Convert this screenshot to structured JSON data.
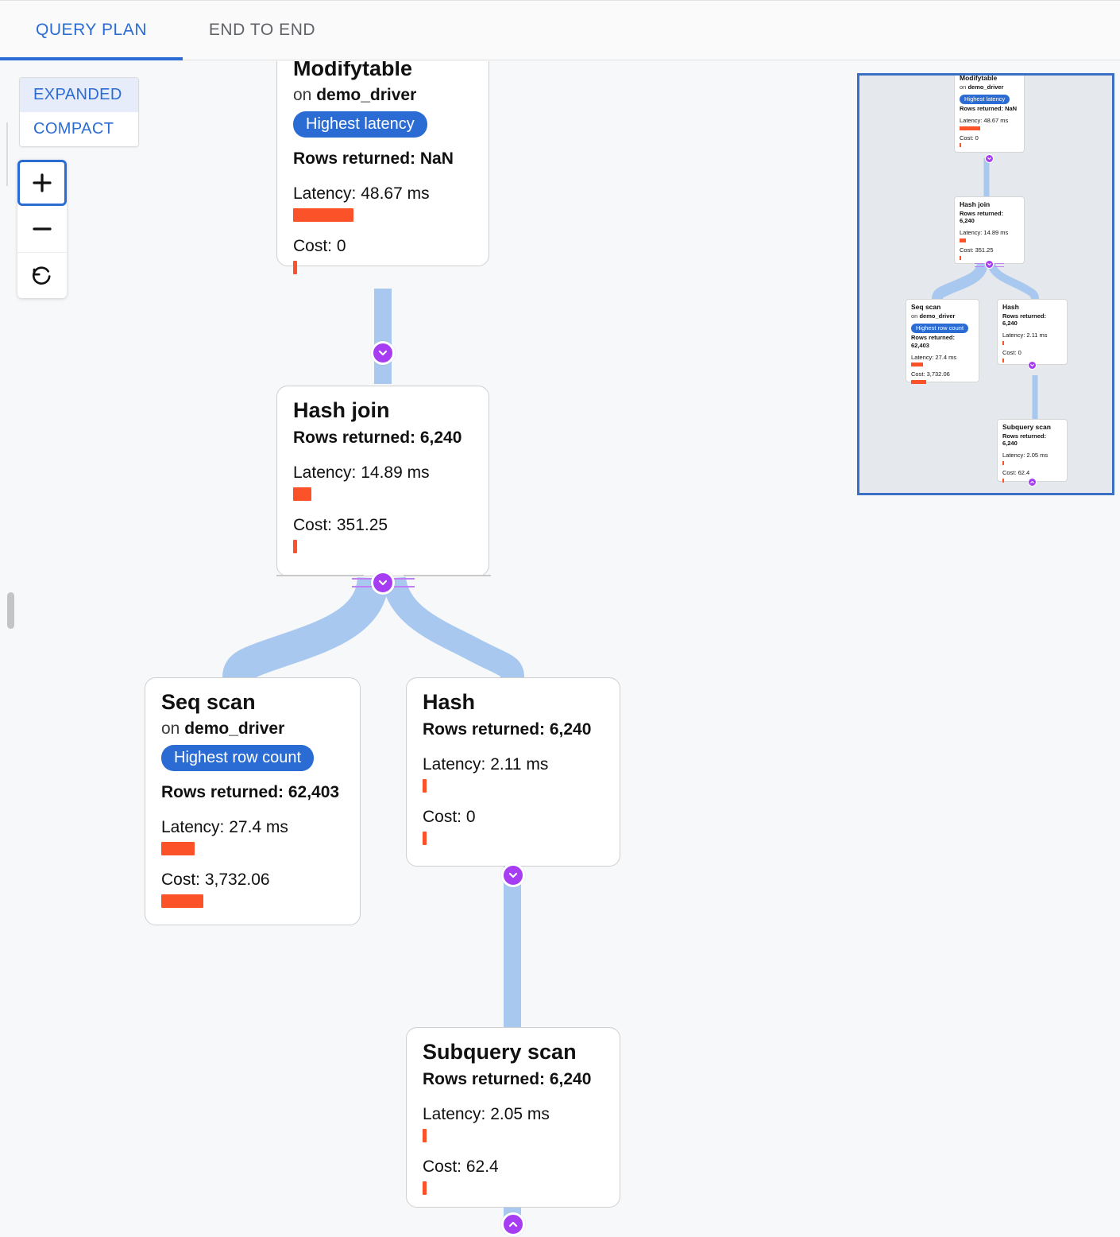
{
  "tabs": [
    {
      "label": "QUERY PLAN",
      "active": true
    },
    {
      "label": "END TO END",
      "active": false
    }
  ],
  "mode_switch": {
    "expanded_label": "EXPANDED",
    "compact_label": "COMPACT",
    "selected": "EXPANDED"
  },
  "zoom_controls": {
    "zoom_in_label": "+",
    "zoom_out_label": "−",
    "reset_label": "reset-view"
  },
  "colors": {
    "accent_blue": "#2b6cd4",
    "badge_blue": "#2b6cd4",
    "bar_orange": "#fb5229",
    "edge_blue": "#a8c8ef",
    "handle_purple": "#a63df2",
    "minimap_border": "#3b6fc4",
    "minimap_bg": "#e5e8ec",
    "canvas_bg": "#f7f8fa"
  },
  "labels": {
    "on_prefix": "on ",
    "rows_prefix": "Rows returned: ",
    "latency_prefix": "Latency: ",
    "cost_prefix": "Cost: "
  },
  "nodes": [
    {
      "id": "modifytable",
      "title": "Modifytable",
      "relation": "demo_driver",
      "badge": "Highest latency",
      "rows": "Rows returned: NaN",
      "latency": "Latency: 48.67 ms",
      "latency_bar_pct": 100,
      "cost": "Cost: 0",
      "cost_bar_pct": 2
    },
    {
      "id": "hashjoin",
      "title": "Hash join",
      "relation": null,
      "badge": null,
      "rows": "Rows returned: 6,240",
      "latency": "Latency: 14.89 ms",
      "latency_bar_pct": 31,
      "cost": "Cost: 351.25",
      "cost_bar_pct": 2
    },
    {
      "id": "seqscan",
      "title": "Seq scan",
      "relation": "demo_driver",
      "badge": "Highest row count",
      "rows": "Rows returned: 62,403",
      "latency": "Latency: 27.4 ms",
      "latency_bar_pct": 57,
      "cost": "Cost: 3,732.06",
      "cost_bar_pct": 100
    },
    {
      "id": "hash",
      "title": "Hash",
      "relation": null,
      "badge": null,
      "rows": "Rows returned: 6,240",
      "latency": "Latency: 2.11 ms",
      "latency_bar_pct": 4,
      "cost": "Cost: 0",
      "cost_bar_pct": 2
    },
    {
      "id": "subqueryscan",
      "title": "Subquery scan",
      "relation": null,
      "badge": null,
      "rows": "Rows returned: 6,240",
      "latency": "Latency: 2.05 ms",
      "latency_bar_pct": 4,
      "cost": "Cost: 62.4",
      "cost_bar_pct": 2
    }
  ],
  "minimap": {
    "visible": true,
    "nodes": [
      {
        "id": "modifytable",
        "title": "Modifytable",
        "relation": "demo_driver",
        "badge": "Highest latency",
        "rows": "Rows returned: NaN",
        "latency": "Latency: 48.67 ms",
        "cost": "Cost: 0"
      },
      {
        "id": "hashjoin",
        "title": "Hash join",
        "relation": null,
        "badge": null,
        "rows": "Rows returned: 6,240",
        "latency": "Latency: 14.89 ms",
        "cost": "Cost: 351.25"
      },
      {
        "id": "seqscan",
        "title": "Seq scan",
        "relation": "demo_driver",
        "badge": "Highest row count",
        "rows": "Rows returned: 62,403",
        "latency": "Latency: 27.4 ms",
        "cost": "Cost: 3,732.06"
      },
      {
        "id": "hash",
        "title": "Hash",
        "relation": null,
        "badge": null,
        "rows": "Rows returned: 6,240",
        "latency": "Latency: 2.11 ms",
        "cost": "Cost: 0"
      },
      {
        "id": "subqueryscan",
        "title": "Subquery scan",
        "relation": null,
        "badge": null,
        "rows": "Rows returned: 6,240",
        "latency": "Latency: 2.05 ms",
        "cost": "Cost: 62.4"
      }
    ]
  }
}
